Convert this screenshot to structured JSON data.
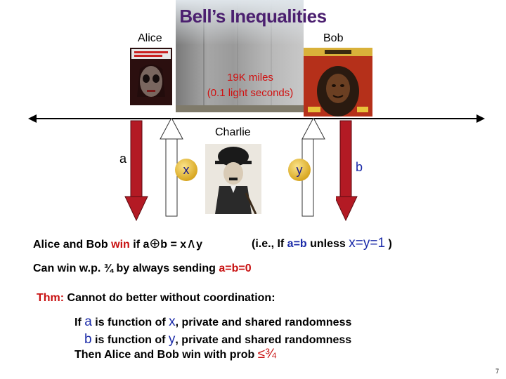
{
  "slide": {
    "title": "Bell’s Inequalities",
    "page_number": "7"
  },
  "labels": {
    "alice": "Alice",
    "bob": "Bob",
    "charlie": "Charlie",
    "distance_line1": "19K miles",
    "distance_line2": "(0.1 light seconds)",
    "a": "a",
    "b": "b",
    "x": "x",
    "y": "y"
  },
  "win_line": {
    "part1": "Alice and Bob ",
    "win": "win",
    "part2": " if a",
    "oplus": "⊕",
    "part3": "b = x",
    "wedge": "∧",
    "part4": "y",
    "ie_prefix": "(i.e., If ",
    "ab": "a=b",
    "ie_mid": " unless ",
    "xy": "x=y=1",
    "ie_end": " )"
  },
  "prob_line": {
    "prefix": "Can win w.p. ¾ by always sending ",
    "value": "a=b=0"
  },
  "thm": {
    "label": "Thm:",
    "text": " Cannot do better without coordination:"
  },
  "conditions": {
    "l1_if": "If ",
    "l1_var": "a",
    "l1_mid": " is function of ",
    "l1_x": "x",
    "l1_end": ", private and shared randomness",
    "l2_var": "b",
    "l2_mid": " is function of ",
    "l2_y": "y",
    "l2_end": ", private and shared randomness",
    "l3_text": "Then Alice and Bob win with prob ",
    "l3_bound": "≤¾"
  },
  "colors": {
    "title": "#4b1f6f",
    "red": "#c81010",
    "blue": "#1a2aa8",
    "arrow_red": "#b31a24",
    "arrow_white": "#ffffff"
  },
  "icons": {
    "alice_album": "alice-cooper-album-cover",
    "bob_album": "bob-marley-album-cover",
    "charlie_photo": "charlie-chaplin-photo",
    "wall": "concrete-wall-photo"
  }
}
